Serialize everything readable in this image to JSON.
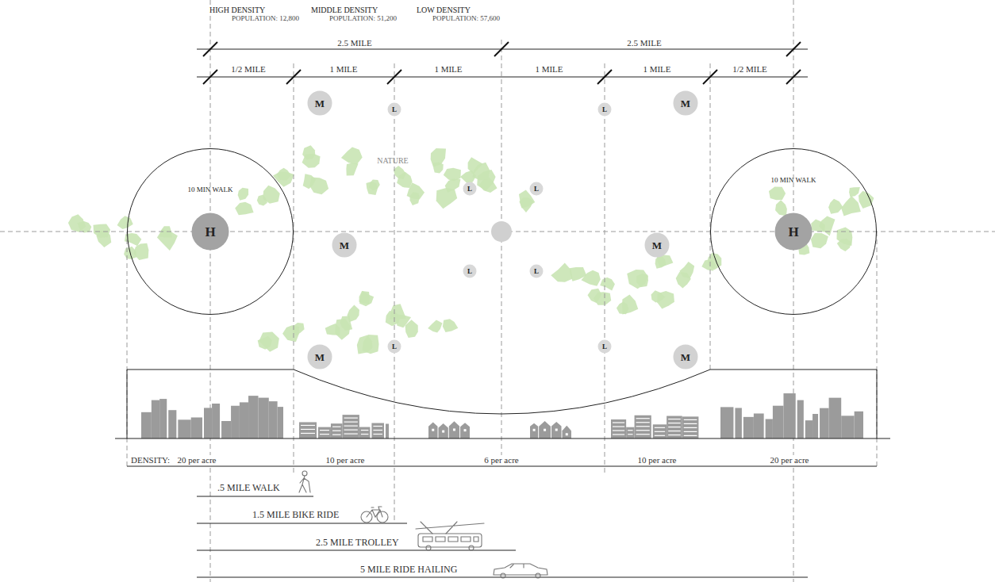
{
  "diagram": {
    "nodes": [
      {
        "text": [
          "M"
        ]
      },
      {
        "text": [
          "L"
        ]
      },
      {
        "text": [
          "L"
        ]
      },
      {
        "text": [
          "M"
        ]
      },
      {
        "text": [
          "10 MIN WALK"
        ]
      },
      {
        "text": [
          "H"
        ],
        "in": 4
      },
      {
        "text": [
          "L"
        ]
      },
      {
        "text": [
          "L"
        ]
      },
      {
        "text": [
          "10 MIN WALK"
        ]
      },
      {
        "text": [
          "H"
        ],
        "in": 8
      },
      {
        "text": [
          "M"
        ]
      },
      {
        "text": [
          "M"
        ]
      },
      {
        "text": [
          "L"
        ]
      },
      {
        "text": [
          "L"
        ]
      },
      {
        "text": [
          "M"
        ]
      },
      {
        "text": [
          "L"
        ]
      },
      {
        "text": [
          "L"
        ]
      },
      {
        "text": [
          "M"
        ]
      }
    ],
    "labels": [
      "HIGH DENSITY",
      "POPULATION: 12,800",
      "MIDDLE DENSITY",
      "POPULATION: 51,200",
      "LOW DENSITY",
      "POPULATION: 57,600",
      "2.5 MILE",
      "2.5 MILE",
      "1/2 MILE",
      "1 MILE",
      "1 MILE",
      "1 MILE",
      "1 MILE",
      "1/2 MILE",
      "NATURE",
      "DENSITY:",
      "20 per acre",
      "10 per acre",
      "6 per acre",
      "10 per acre",
      "20 per acre",
      ".5 MILE WALK",
      "1.5 MILE BIKE RIDE",
      "2.5 MILE TROLLEY",
      "5 MILE RIDE HAILING"
    ]
  }
}
